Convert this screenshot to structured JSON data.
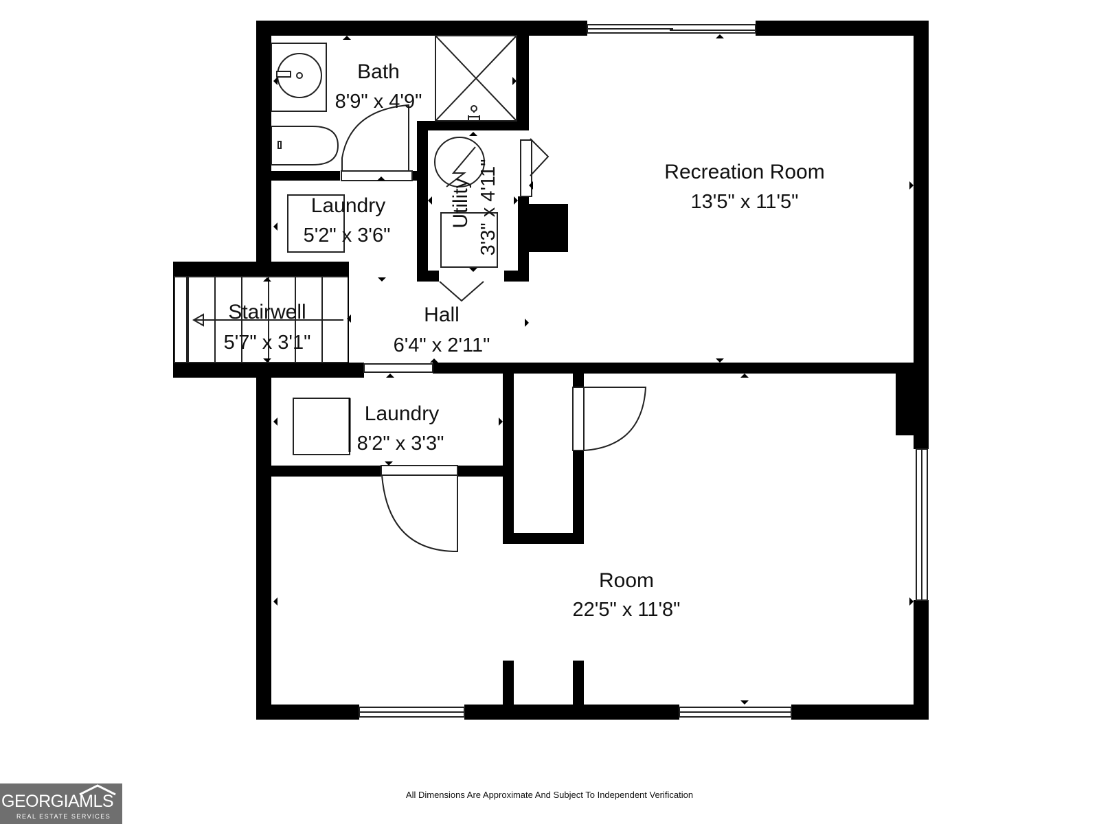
{
  "rooms": {
    "bath": {
      "name": "Bath",
      "dims": "8'9\" x 4'9\""
    },
    "laundry_upper": {
      "name": "Laundry",
      "dims": "5'2\" x 3'6\""
    },
    "utility": {
      "name": "Utility",
      "dims": "3'3\" x 4'11\""
    },
    "recreation": {
      "name": "Recreation Room",
      "dims": "13'5\" x 11'5\""
    },
    "stairwell": {
      "name": "Stairwell",
      "dims": "5'7\" x 3'1\""
    },
    "hall": {
      "name": "Hall",
      "dims": "6'4\" x 2'11\""
    },
    "laundry_lower": {
      "name": "Laundry",
      "dims": "8'2\" x 3'3\""
    },
    "room": {
      "name": "Room",
      "dims": "22'5\" x 11'8\""
    }
  },
  "footer": {
    "disclaimer": "All Dimensions Are Approximate And Subject To Independent Verification",
    "logo_text": "GEORGIAMLS",
    "logo_subtext": "REAL ESTATE SERVICES"
  },
  "colors": {
    "wall": "#000000",
    "background": "#ffffff",
    "logo_bg": "#6f6f6f"
  }
}
